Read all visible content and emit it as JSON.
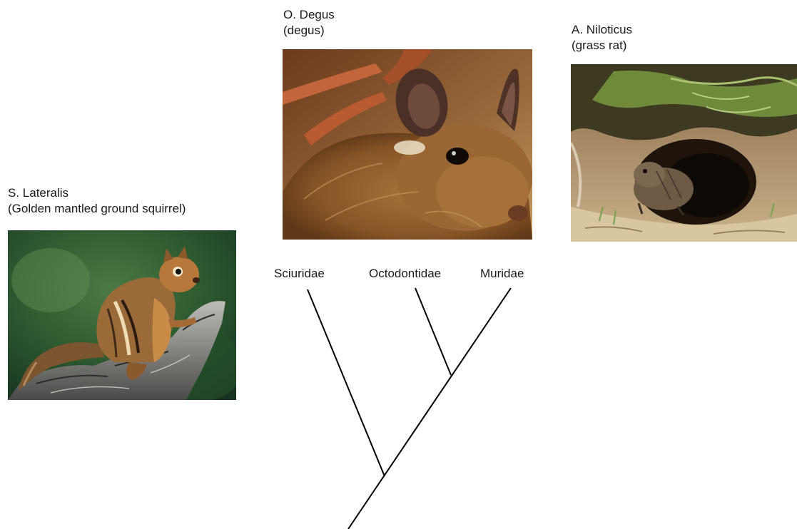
{
  "species": [
    {
      "id": "squirrel",
      "name": "S. Lateralis",
      "common_name": "(Golden mantled ground squirrel)",
      "photo_subject": "golden mantled ground squirrel on a weathered log"
    },
    {
      "id": "degu",
      "name": "O. Degus",
      "common_name": "(degus)",
      "photo_subject": "close-up of a degu"
    },
    {
      "id": "grassrat",
      "name": "A. Niloticus",
      "common_name": "(grass rat)",
      "photo_subject": "grass rat at a burrow entrance"
    }
  ],
  "tree": {
    "leaves": [
      "Sciuridae",
      "Octodontidae",
      "Muridae"
    ],
    "topology": "((Octodontidae, Muridae), Sciuridae)",
    "line_color": "#000000"
  }
}
